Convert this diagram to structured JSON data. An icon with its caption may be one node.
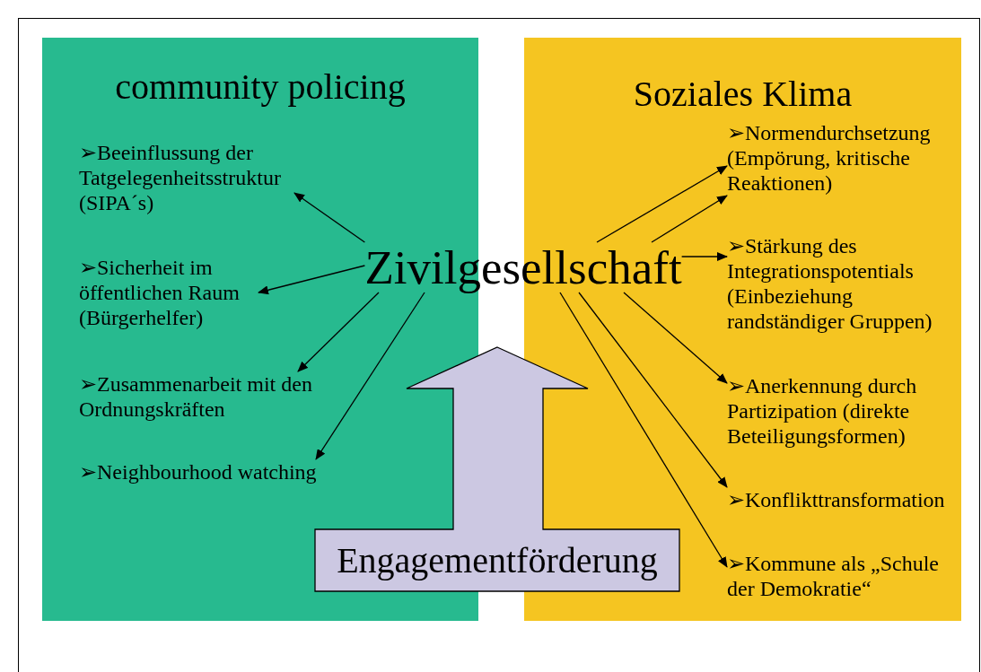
{
  "diagram": {
    "nodes": [
      {
        "text": [
          "community policing"
        ]
      },
      {
        "text": [
          "Soziales Klima"
        ]
      },
      {
        "text": [
          "Zivilgesellschaft"
        ]
      },
      {
        "text": [
          "➢Beeinflussung der Tatgelegenheitsstruktur (SIPA´s)"
        ],
        "in": 0
      },
      {
        "text": [
          "➢Sicherheit im öffentlichen Raum (Bürgerhelfer)"
        ],
        "in": 0
      },
      {
        "text": [
          "➢Zusammenarbeit mit den Ordnungskräften"
        ],
        "in": 0
      },
      {
        "text": [
          "➢Neighbourhood watching"
        ],
        "in": 0
      },
      {
        "text": [
          "➢Normendurchsetzung (Empörung, kritische Reaktionen)"
        ],
        "in": 1
      },
      {
        "text": [
          "➢Stärkung des Integrationspotentials (Einbeziehung randständiger Gruppen)"
        ],
        "in": 1
      },
      {
        "text": [
          "➢Anerkennung durch Partizipation (direkte Beteiligungsformen)"
        ],
        "in": 1
      },
      {
        "text": [
          "➢Konflikttransformation"
        ],
        "in": 1
      },
      {
        "text": [
          "➢Kommune als „Schule der Demokratie“"
        ],
        "in": 1
      },
      {
        "text": [
          "Engagementförderung"
        ]
      }
    ],
    "edges": [
      {
        "from": 2,
        "to": 3,
        "arrow": "to"
      },
      {
        "from": 2,
        "to": 4,
        "arrow": "to"
      },
      {
        "from": 2,
        "to": 5,
        "arrow": "to"
      },
      {
        "from": 2,
        "to": 6,
        "arrow": "to"
      },
      {
        "from": 2,
        "to": 7,
        "arrow": "to"
      },
      {
        "from": 2,
        "to": 7,
        "arrow": "to"
      },
      {
        "from": 2,
        "to": 8,
        "arrow": "to"
      },
      {
        "from": 2,
        "to": 9,
        "arrow": "to"
      },
      {
        "from": 2,
        "to": 10,
        "arrow": "to"
      },
      {
        "from": 2,
        "to": 11,
        "arrow": "to"
      }
    ]
  }
}
